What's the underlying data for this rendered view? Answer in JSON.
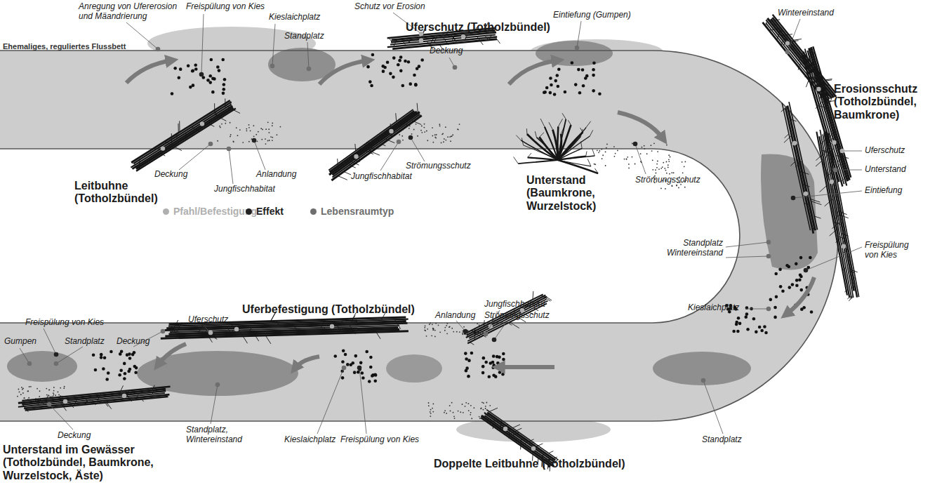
{
  "diagram": {
    "labels": [
      "Anregung von Ufererosion und Mäandrierung",
      "Freispülung von Kies",
      "Kieslaichplatz",
      "Standplatz",
      "Schutz vor Erosion",
      "Uferschutz (Totholzbündel)",
      "Deckung",
      "Eintiefung (Gumpen)",
      "Wintereinstand",
      "Ehemaliges, reguliertes Flussbett",
      "Erosionsschutz (Totholzbündel, Baumkrone)",
      "Leitbuhne (Totholzbündel)",
      "Deckung",
      "Jungfischhabitat",
      "Anlandung",
      "Jungfischhabitat",
      "Strömungsschutz",
      "Unterstand (Baumkrone, Wurzelstock)",
      "Strömungsschutz",
      "Uferschutz",
      "Unterstand",
      "Eintiefung",
      "Standplatz Wintereinstand",
      "Freispülung von Kies",
      "Kieslaichplatz",
      "Freispülung von Kies",
      "Gumpen",
      "Standplatz",
      "Deckung",
      "Uferschutz",
      "Uferbefestigung (Totholzbündel)",
      "Jungfischhabitat",
      "Anlandung",
      "Strömungsschutz",
      "Deckung",
      "Unterstand im Gewässer (Totholzbündel, Baumkrone, Wurzelstock, Äste)",
      "Standplatz, Wintereinstand",
      "Kieslaichplatz",
      "Freispülung von Kies",
      "Doppelte Leitbuhne (Totholzbündel)",
      "Standplatz"
    ],
    "legend": [
      {
        "text": "Pfahl/Befestigung",
        "color": "#b0b0b0"
      },
      {
        "text": "Effekt",
        "color": "#222222"
      },
      {
        "text": "Lebensraumtyp",
        "color": "#6e6e6e"
      }
    ]
  }
}
